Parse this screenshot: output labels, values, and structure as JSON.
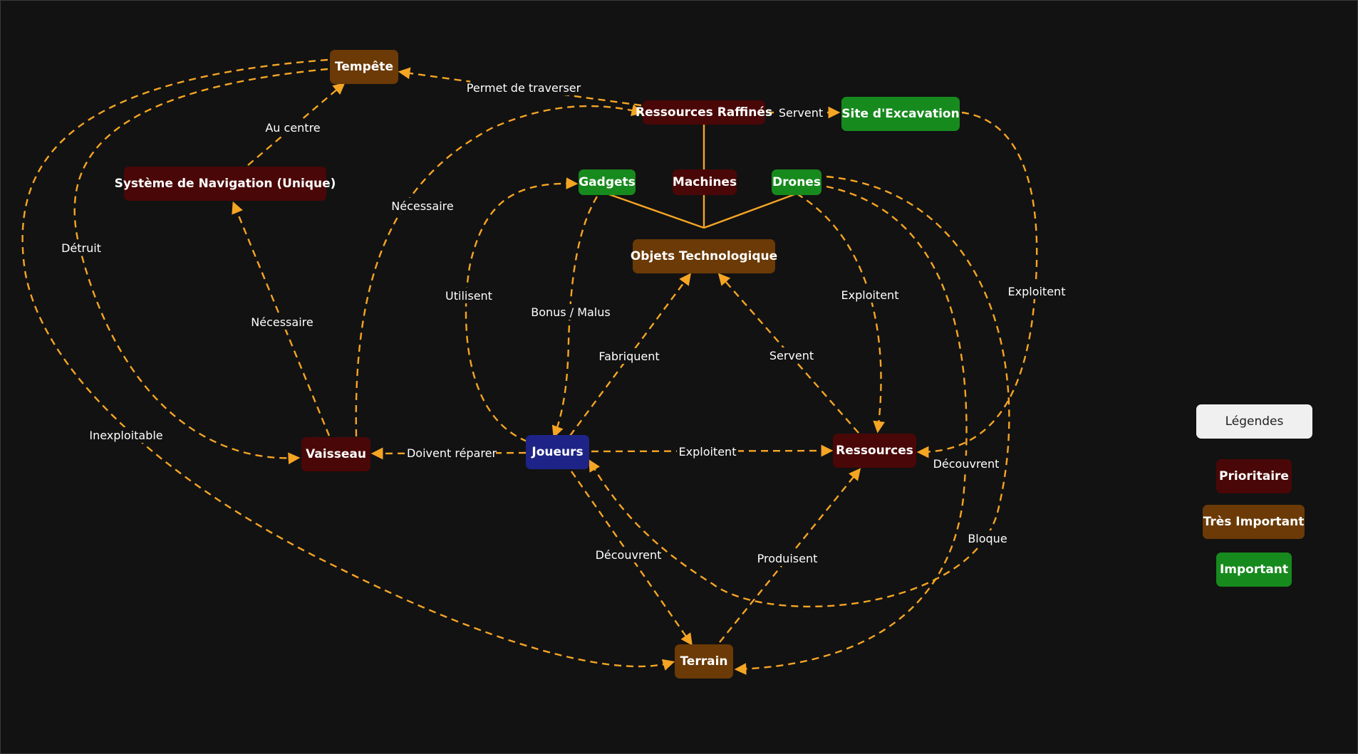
{
  "colors": {
    "background": "#121212",
    "edge": "#f5a524",
    "prioritaire": "#4a0707",
    "tres_important": "#6b3a06",
    "important": "#178a1e",
    "joueurs": "#1e2487",
    "legend_title_bg": "#f0f0f0"
  },
  "nodes": {
    "tempete": "Tempête",
    "systeme_navigation": "Système de Navigation (Unique)",
    "ressources_raffines": "Ressources Raffinés",
    "site_excavation": "Site d'Excavation",
    "gadgets": "Gadgets",
    "machines": "Machines",
    "drones": "Drones",
    "objets_technologique": "Objets Technologique",
    "vaisseau": "Vaisseau",
    "joueurs": "Joueurs",
    "ressources": "Ressources",
    "terrain": "Terrain"
  },
  "edges": {
    "permet_de_traverser": "Permet de traverser",
    "servent_site": "Servent",
    "au_centre": "Au centre",
    "detruit": "Détruit",
    "necessaire_raffines": "Nécessaire",
    "necessaire_navigation": "Nécessaire",
    "utilisent": "Utilisent",
    "bonus_malus": "Bonus / Malus",
    "exploitent_drones": "Exploitent",
    "exploitent_site": "Exploitent",
    "fabriquent": "Fabriquent",
    "servent_objets": "Servent",
    "inexploitable": "Inexploitable",
    "doivent_reparer": "Doivent réparer",
    "exploitent_joueurs": "Exploitent",
    "decouvrent_drones": "Découvrent",
    "bloque": "Bloque",
    "decouvrent_joueurs": "Découvrent",
    "produisent": "Produisent"
  },
  "legend": {
    "title": "Légendes",
    "prioritaire": "Prioritaire",
    "tres_important": "Très Important",
    "important": "Important"
  }
}
